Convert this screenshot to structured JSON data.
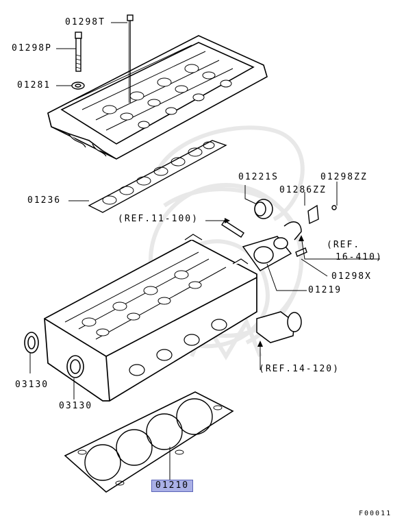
{
  "labels": {
    "p01298T": "01298T",
    "p01298P": "01298P",
    "p01281": "01281",
    "p01236": "01236",
    "p01221S": "01221S",
    "p01298ZZ": "01298ZZ",
    "p01286ZZ": "01286ZZ",
    "ref11": "(REF.11-100)",
    "ref16a": "(REF.",
    "ref16b": "16-410)",
    "p01298X": "01298X",
    "p01219": "01219",
    "ref14": "(REF.14-120)",
    "p03130a": "03130",
    "p03130b": "03130",
    "p01210": "01210",
    "figcode": "F00011"
  },
  "highlight": "01210",
  "colors": {
    "highlight_fill": "#aab0e6",
    "highlight_border": "#5a63b8",
    "watermark": "#e6e6e6"
  }
}
